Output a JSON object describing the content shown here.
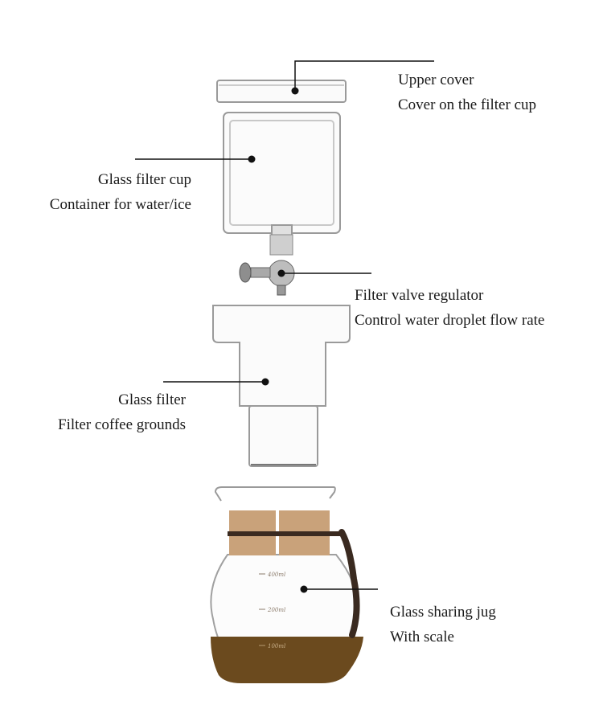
{
  "parts": [
    {
      "id": "upper-cover",
      "title": "Upper cover",
      "desc": "Cover on the filter cup"
    },
    {
      "id": "glass-filter-cup",
      "title": "Glass filter cup",
      "desc": "Container for water/ice"
    },
    {
      "id": "filter-valve-regulator",
      "title": "Filter valve regulator",
      "desc": "Control water droplet flow rate"
    },
    {
      "id": "glass-filter",
      "title": "Glass filter",
      "desc": "Filter coffee grounds"
    },
    {
      "id": "glass-sharing-jug",
      "title": "Glass sharing jug",
      "desc": "With scale"
    }
  ],
  "jug_scale": [
    "400ml",
    "200ml",
    "100ml"
  ],
  "colors": {
    "line": "#111111",
    "glass": "#9a9a9a",
    "wood": "#c9a27a",
    "base": "#6b4a1e",
    "strap": "#3a2a20"
  }
}
